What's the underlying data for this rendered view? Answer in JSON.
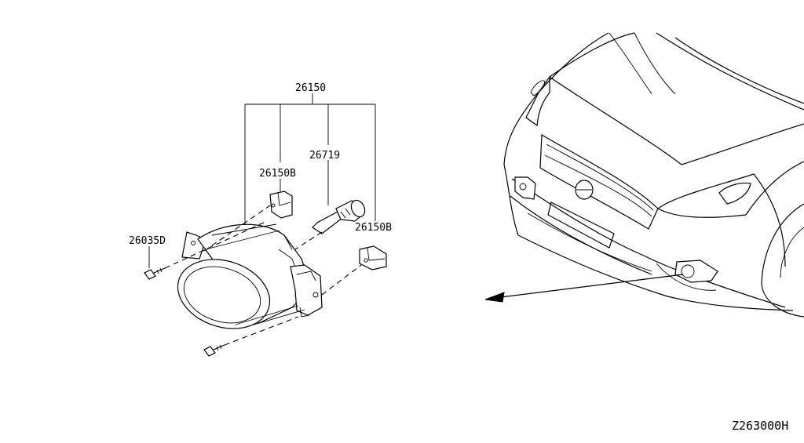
{
  "diagram": {
    "parts": {
      "assembly": "26150",
      "bulb": "26719",
      "bracket_upper": "26150B",
      "bracket_lower": "26150B",
      "screw": "26035D"
    },
    "diagram_code": "Z263000H"
  }
}
